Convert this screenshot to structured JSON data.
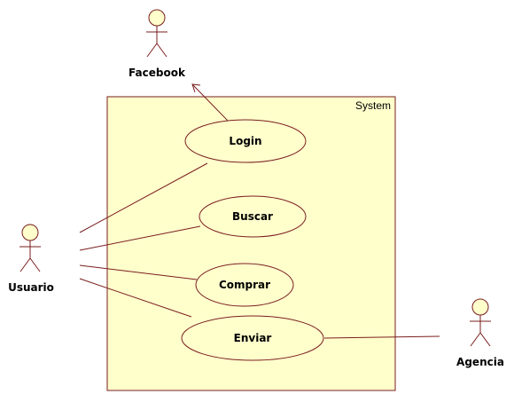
{
  "system": {
    "label": "System"
  },
  "actors": {
    "facebook": "Facebook",
    "usuario": "Usuario",
    "agencia": "Agencia"
  },
  "use_cases": {
    "login": "Login",
    "buscar": "Buscar",
    "comprar": "Comprar",
    "enviar": "Enviar"
  },
  "colors": {
    "line": "#7a1e1e",
    "fill": "#ffffcc",
    "background": "#ffffff"
  }
}
